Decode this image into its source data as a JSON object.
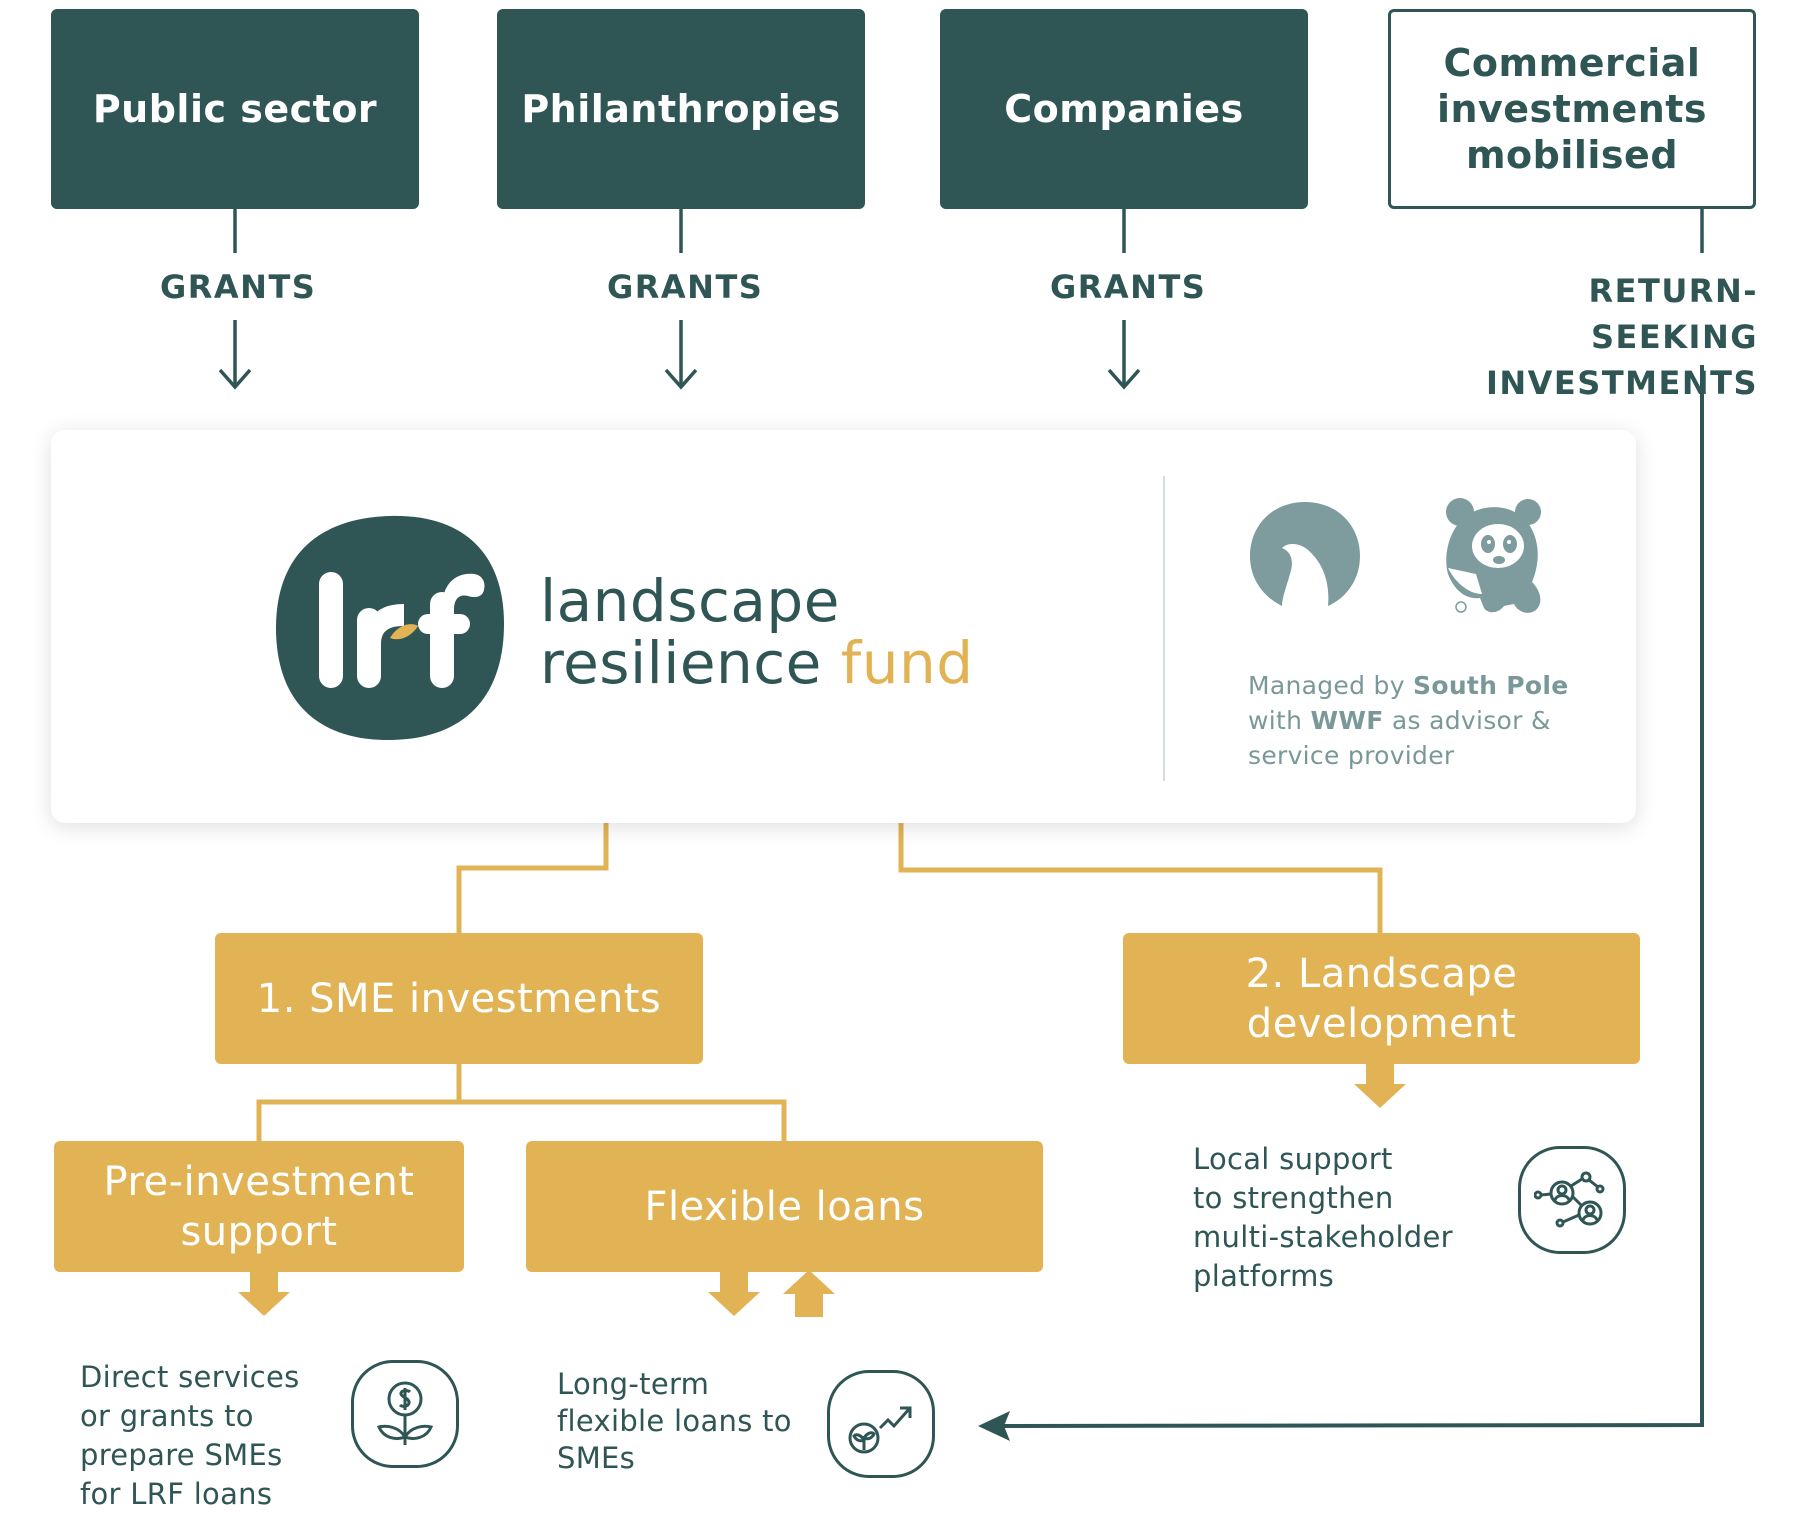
{
  "top_sources": [
    {
      "label": "Public sector"
    },
    {
      "label": "Philanthropies"
    },
    {
      "label": "Companies"
    }
  ],
  "commercial": {
    "lines": [
      "Commercial",
      "investments",
      "mobilised"
    ]
  },
  "flows": {
    "grants": "GRANTS",
    "return_seeking": [
      "RETURN-SEEKING",
      "INVESTMENTS"
    ]
  },
  "fund": {
    "logo_text": "lrf",
    "name_line1": "landscape",
    "name_line2_a": "resilience",
    "name_line2_b": "fund",
    "managed": {
      "pre": "Managed by",
      "manager": "South Pole",
      "with": "with",
      "advisor": "WWF",
      "post": "as advisor &",
      "line3": "service provider"
    },
    "partner_icons": [
      "south-pole-logo",
      "wwf-panda-logo"
    ]
  },
  "branches": {
    "sme": "1. SME investments",
    "landscape": [
      "2. Landscape",
      "development"
    ],
    "pre_investment": [
      "Pre-investment",
      "support"
    ],
    "flexible_loans": "Flexible loans"
  },
  "descriptions": {
    "pre_investment": [
      "Direct services",
      "or grants to",
      "prepare SMEs",
      "for LRF loans"
    ],
    "flexible_loans": [
      "Long-term",
      "flexible loans to",
      "SMEs"
    ],
    "landscape": [
      "Local support",
      "to strengthen",
      "multi-stakeholder",
      "platforms"
    ]
  },
  "icons": {
    "pre_investment": "money-plant-icon",
    "flexible_loans": "growth-plant-icon",
    "landscape": "network-people-icon"
  },
  "colors": {
    "teal": "#2f5555",
    "gold": "#e2b355",
    "muted": "#7a9899"
  }
}
